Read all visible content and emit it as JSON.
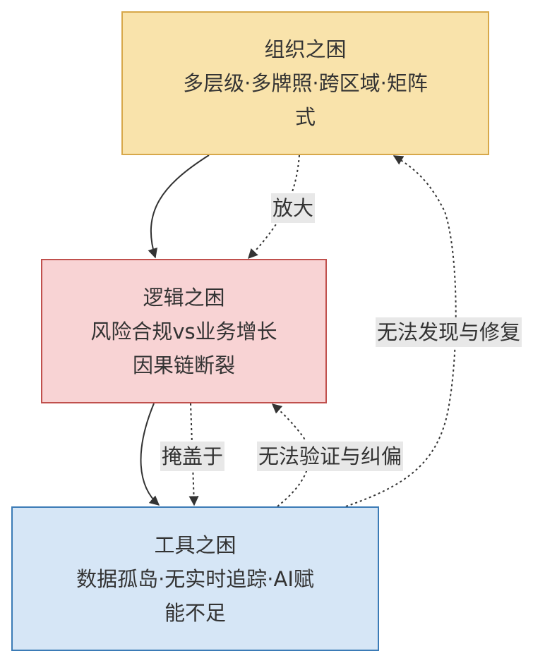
{
  "nodes": {
    "org": {
      "title": "组织之困",
      "line1": "多层级·多牌照·跨区域·矩阵",
      "line2": "式"
    },
    "logic": {
      "title": "逻辑之困",
      "line1": "风险合规vs业务增长",
      "line2": "因果链断裂"
    },
    "tool": {
      "title": "工具之困",
      "line1": "数据孤岛·无实时追踪·AI赋",
      "line2": "能不足"
    }
  },
  "edges": {
    "amplify": "放大",
    "cover": "掩盖于",
    "cannot_verify": "无法验证与纠偏",
    "cannot_discover": "无法发现与修复"
  },
  "colors": {
    "org_fill": "#f9e3ab",
    "org_border": "#d7a84a",
    "logic_fill": "#f8d3d4",
    "logic_border": "#c0504d",
    "tool_fill": "#d6e6f6",
    "tool_border": "#3b7bb6",
    "edge": "#333333",
    "label_bg": "#e8e8e8"
  }
}
